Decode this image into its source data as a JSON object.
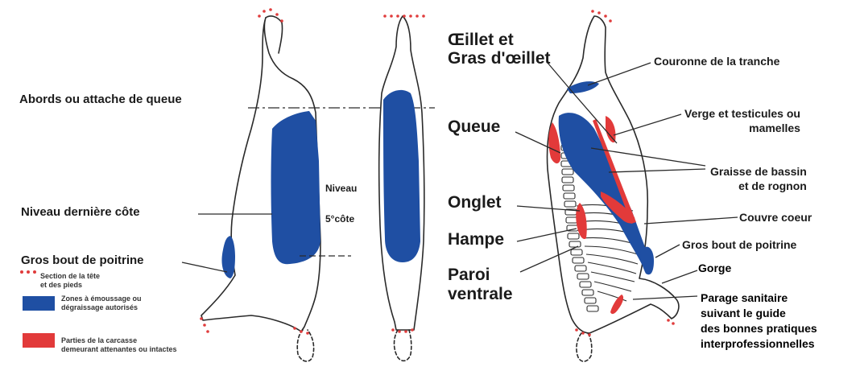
{
  "colors": {
    "blue_zone": "#1f4fa3",
    "red_zone": "#e23a3a",
    "section_dots": "#e03c3c",
    "outline": "#2a2a2a"
  },
  "left_labels": {
    "abords": "Abords ou attache de queue",
    "niveau_derniere_cote": "Niveau dernière côte",
    "gros_bout": "Gros bout de poitrine",
    "niveau": "Niveau",
    "cote5": "5°côte"
  },
  "right_labels": {
    "oeillet": "Œillet et\nGras d'œillet",
    "couronne": "Couronne de la tranche",
    "verge": "Verge et testicules ou\nmamelles",
    "queue": "Queue",
    "graisse": "Graisse de bassin\net de rognon",
    "onglet": "Onglet",
    "couvre_coeur": "Couvre coeur",
    "hampe": "Hampe",
    "gros_bout": "Gros bout de poitrine",
    "paroi": "Paroi\nventrale",
    "gorge": "Gorge",
    "parage": "Parage sanitaire\nsuivant le guide\ndes bonnes pratiques\ninterprofessionnelles"
  },
  "legend": {
    "section": "Section de la tête\net des pieds",
    "blue": "Zones à émoussage ou\ndégraissage autorisés",
    "red": "Parties de la carcasse\ndemeurant attenantes ou intactes"
  }
}
